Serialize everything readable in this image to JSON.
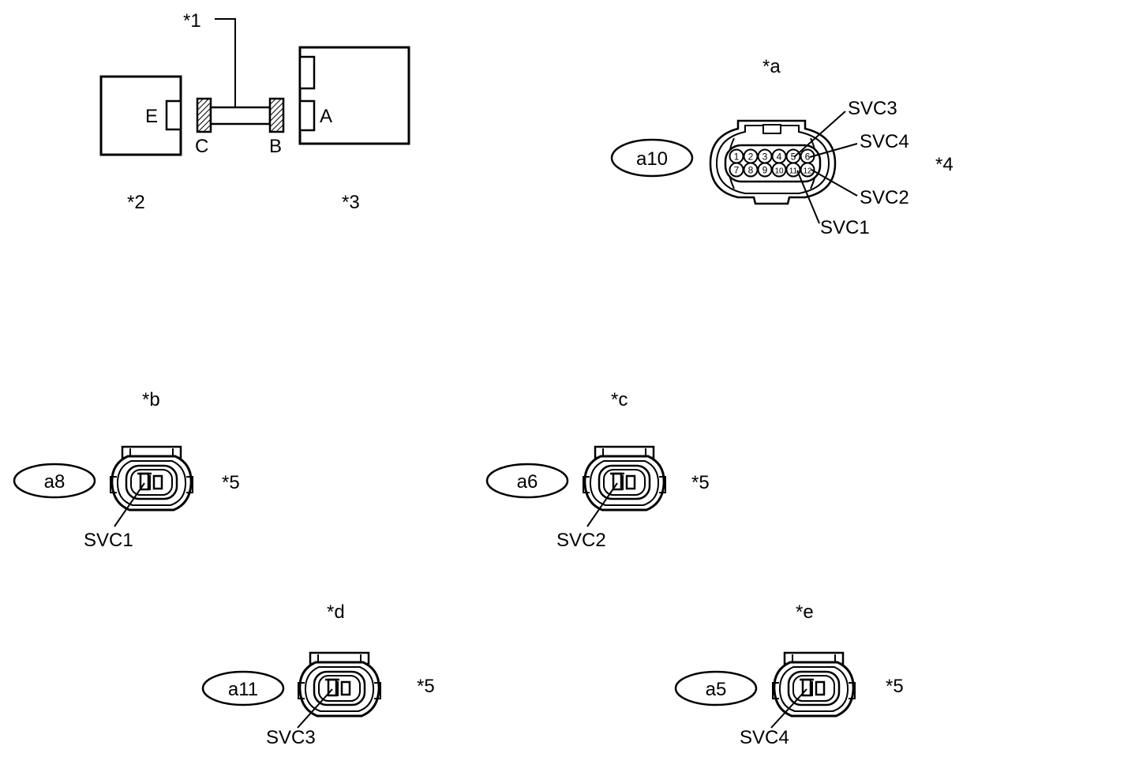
{
  "overview": {
    "callout_1": "*1",
    "callout_2": "*2",
    "callout_3": "*3",
    "connector_e": "E",
    "connector_c": "C",
    "connector_b": "B",
    "connector_a": "A"
  },
  "connectors": {
    "a": {
      "callout": "*a",
      "id": "a10",
      "type_callout": "*4",
      "pins_top": [
        "1",
        "2",
        "3",
        "4",
        "5",
        "6"
      ],
      "pins_bottom": [
        "7",
        "8",
        "9",
        "10",
        "11",
        "12"
      ],
      "svc3": "SVC3",
      "svc4": "SVC4",
      "svc2": "SVC2",
      "svc1": "SVC1"
    },
    "b": {
      "callout": "*b",
      "id": "a8",
      "type_callout": "*5",
      "terminal": "SVC1"
    },
    "c": {
      "callout": "*c",
      "id": "a6",
      "type_callout": "*5",
      "terminal": "SVC2"
    },
    "d": {
      "callout": "*d",
      "id": "a11",
      "type_callout": "*5",
      "terminal": "SVC3"
    },
    "e": {
      "callout": "*e",
      "id": "a5",
      "type_callout": "*5",
      "terminal": "SVC4"
    }
  },
  "colors": {
    "line": "#000000",
    "background": "#ffffff"
  }
}
